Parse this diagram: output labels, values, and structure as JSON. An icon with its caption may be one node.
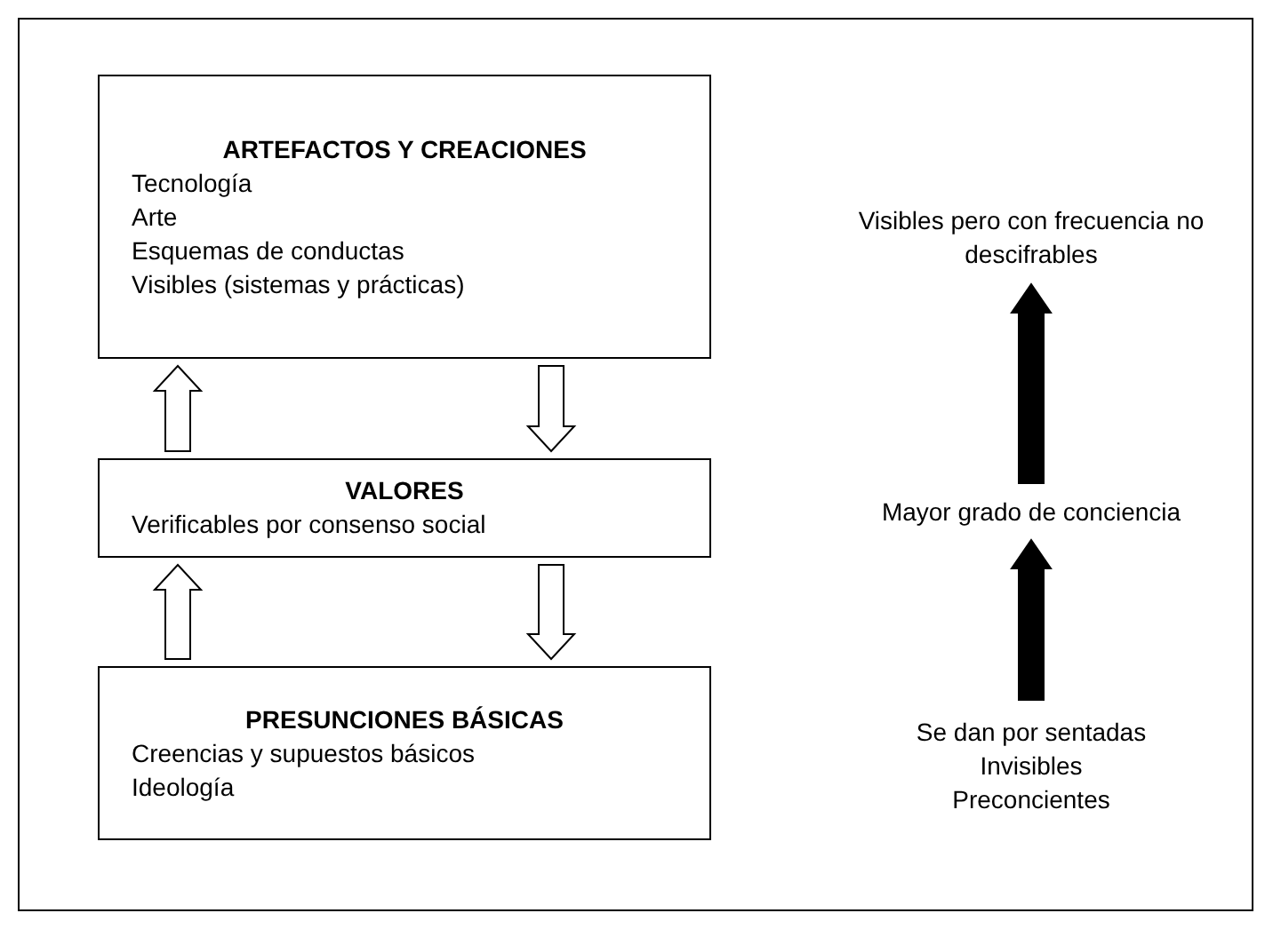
{
  "diagram": {
    "nodes": [
      {
        "text": [
          "ARTEFACTOS Y CREACIONES",
          "Tecnología",
          "Arte",
          "Esquemas de conductas",
          "Visibles (sistemas y prácticas)"
        ]
      },
      {
        "text": [
          "VALORES",
          "Verificables por consenso social"
        ]
      },
      {
        "text": [
          "PRESUNCIONES BÁSICAS",
          "Creencias y supuestos básicos",
          "Ideología"
        ]
      },
      {
        "text": [
          "Visibles pero con frecuencia no descifrables"
        ]
      },
      {
        "text": [
          "Mayor grado de conciencia"
        ]
      },
      {
        "text": [
          "Se dan por sentadas",
          "Invisibles",
          "Preconcientes"
        ]
      }
    ],
    "edges": [
      {
        "from": 1,
        "to": 0,
        "arrow": "to"
      },
      {
        "from": 0,
        "to": 1,
        "arrow": "to"
      },
      {
        "from": 2,
        "to": 1,
        "arrow": "to"
      },
      {
        "from": 1,
        "to": 2,
        "arrow": "to"
      },
      {
        "from": 4,
        "to": 3,
        "arrow": "to",
        "style": "thick"
      },
      {
        "from": 5,
        "to": 4,
        "arrow": "to",
        "style": "thick"
      }
    ]
  }
}
